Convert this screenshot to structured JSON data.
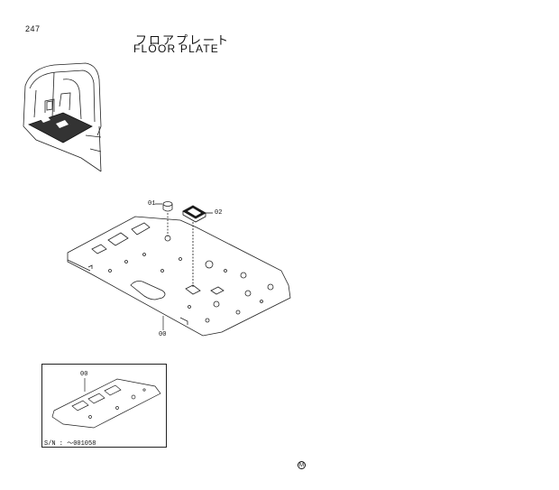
{
  "header": {
    "page_number": "247",
    "title_jp": "フロアプレート",
    "title_en": "FLOOR  PLATE"
  },
  "callouts": {
    "part_01": "01",
    "part_02": "02",
    "part_00": "00",
    "inset_part_00": "00"
  },
  "inset": {
    "serial": "S/N : ～001058"
  },
  "footer": {
    "mark": "M"
  }
}
